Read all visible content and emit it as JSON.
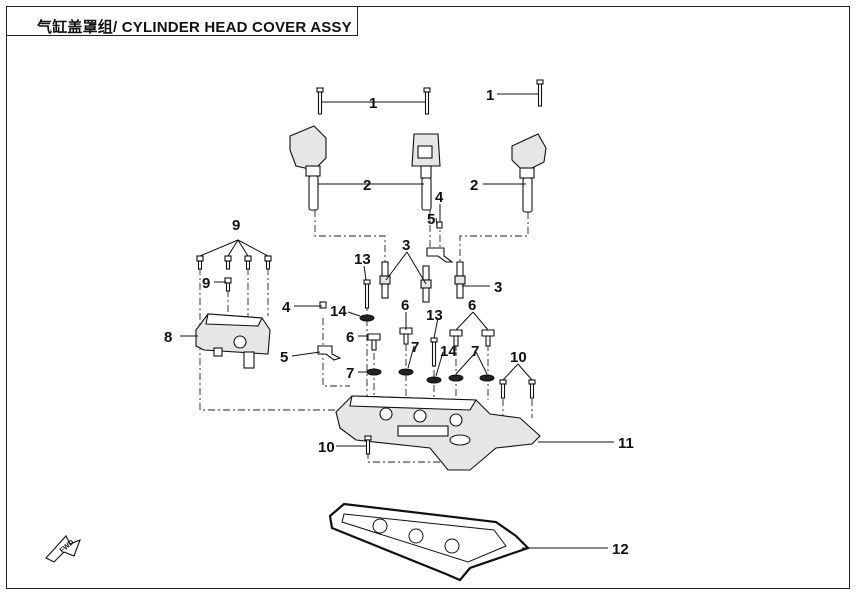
{
  "title": "气缸盖罩组/ CYLINDER HEAD COVER ASSY",
  "callouts": {
    "c1a": "1",
    "c1b": "1",
    "c2a": "2",
    "c2b": "2",
    "c3a": "3",
    "c3b": "3",
    "c4a": "4",
    "c4b": "4",
    "c5a": "5",
    "c5b": "5",
    "c6a": "6",
    "c6b": "6",
    "c6c": "6",
    "c7a": "7",
    "c7b": "7",
    "c7c": "7",
    "c8": "8",
    "c9a": "9",
    "c9b": "9",
    "c10a": "10",
    "c10b": "10",
    "c11": "11",
    "c12": "12",
    "c13a": "13",
    "c13b": "13",
    "c14a": "14",
    "c14b": "14"
  },
  "fwd_label": "FWD"
}
